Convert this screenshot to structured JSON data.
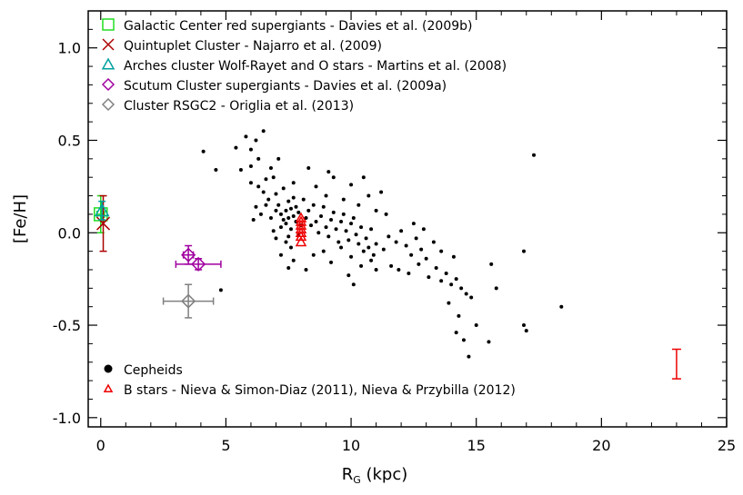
{
  "chart_data": {
    "type": "scatter",
    "xlabel": "R",
    "xlabel_sub": "G",
    "xlabel_unit": " (kpc)",
    "ylabel": "[Fe/H]",
    "xlim": [
      -0.5,
      25
    ],
    "ylim": [
      -1.05,
      1.2
    ],
    "x_ticks": [
      0,
      5,
      10,
      15,
      20,
      25
    ],
    "x_tick_labels": [
      "0",
      "5",
      "10",
      "15",
      "20",
      "25"
    ],
    "y_ticks": [
      -1.0,
      -0.5,
      0.0,
      0.5,
      1.0
    ],
    "y_tick_labels": [
      "-1.0",
      "-0.5",
      "0.0",
      "0.5",
      "1.0"
    ],
    "legend_top": [
      {
        "label": "Galactic Center red supergiants - Davies et al. (2009b)",
        "marker": "square",
        "color": "#22dd22"
      },
      {
        "label": "Quintuplet Cluster -  Najarro et al. (2009)",
        "marker": "x",
        "color": "#aa0000"
      },
      {
        "label": "Arches cluster Wolf-Rayet and O stars - Martins et al. (2008)",
        "marker": "triangle",
        "color": "#00a0a0"
      },
      {
        "label": "Scutum Cluster supergiants - Davies et al. (2009a)",
        "marker": "diamond",
        "color": "#a000a0"
      },
      {
        "label": "Cluster RSGC2 - Origlia et al. (2013)",
        "marker": "diamond",
        "color": "#808080"
      }
    ],
    "legend_bottom": [
      {
        "label": "Cepheids",
        "marker": "dot",
        "color": "#000000"
      },
      {
        "label": "B stars - Nieva & Simon-Diaz (2011), Nieva & Przybilla (2012)",
        "marker": "triangle",
        "color": "#ee0000"
      }
    ],
    "series": [
      {
        "name": "Galactic Center red supergiants - Davies et al. (2009b)",
        "marker": "square",
        "color": "#22dd22",
        "points": [
          {
            "x": 0.0,
            "y": 0.1,
            "yerr": 0.1,
            "xerr": 0.15
          }
        ]
      },
      {
        "name": "Quintuplet Cluster -  Najarro et al. (2009)",
        "marker": "x",
        "color": "#aa0000",
        "points": [
          {
            "x": 0.1,
            "y": 0.05,
            "yerr": 0.15
          }
        ]
      },
      {
        "name": "Arches cluster Wolf-Rayet and O stars - Martins et al. (2008)",
        "marker": "triangle",
        "color": "#00a0a0",
        "points": [
          {
            "x": 0.05,
            "y": 0.12,
            "yerr": 0.05
          }
        ]
      },
      {
        "name": "Scutum Cluster supergiants - Davies et al. (2009a)",
        "marker": "diamond",
        "color": "#a000a0",
        "points": [
          {
            "x": 3.5,
            "y": -0.12,
            "yerr": 0.05,
            "xerr": 0.2
          },
          {
            "x": 3.9,
            "y": -0.17,
            "yerr": 0.03,
            "xerr": 0.9
          }
        ]
      },
      {
        "name": "Cluster RSGC2 - Origlia et al. (2013)",
        "marker": "diamond",
        "color": "#808080",
        "points": [
          {
            "x": 3.5,
            "y": -0.37,
            "yerr": 0.09,
            "xerr": 1.0
          }
        ]
      },
      {
        "name": "Cepheids",
        "marker": "dot",
        "color": "#000000",
        "points": [
          {
            "x": 4.1,
            "y": 0.44
          },
          {
            "x": 4.6,
            "y": 0.34
          },
          {
            "x": 5.4,
            "y": 0.46
          },
          {
            "x": 5.6,
            "y": 0.34
          },
          {
            "x": 5.8,
            "y": 0.52
          },
          {
            "x": 6.0,
            "y": 0.45
          },
          {
            "x": 6.2,
            "y": 0.5
          },
          {
            "x": 6.5,
            "y": 0.55
          },
          {
            "x": 6.3,
            "y": 0.4
          },
          {
            "x": 6.8,
            "y": 0.35
          },
          {
            "x": 6.0,
            "y": 0.27
          },
          {
            "x": 6.3,
            "y": 0.25
          },
          {
            "x": 6.5,
            "y": 0.22
          },
          {
            "x": 6.7,
            "y": 0.18
          },
          {
            "x": 6.9,
            "y": 0.3
          },
          {
            "x": 7.0,
            "y": 0.21
          },
          {
            "x": 7.1,
            "y": 0.15
          },
          {
            "x": 7.2,
            "y": 0.1
          },
          {
            "x": 7.3,
            "y": 0.24
          },
          {
            "x": 7.4,
            "y": 0.12
          },
          {
            "x": 7.4,
            "y": 0.05
          },
          {
            "x": 7.5,
            "y": 0.17
          },
          {
            "x": 7.5,
            "y": 0.08
          },
          {
            "x": 7.6,
            "y": 0.13
          },
          {
            "x": 7.6,
            "y": 0.02
          },
          {
            "x": 7.7,
            "y": 0.09
          },
          {
            "x": 7.7,
            "y": 0.19
          },
          {
            "x": 7.8,
            "y": 0.06
          },
          {
            "x": 7.8,
            "y": 0.14
          },
          {
            "x": 7.9,
            "y": 0.11
          },
          {
            "x": 7.3,
            "y": 0.07
          },
          {
            "x": 7.2,
            "y": 0.03
          },
          {
            "x": 7.0,
            "y": 0.12
          },
          {
            "x": 6.8,
            "y": 0.08
          },
          {
            "x": 6.6,
            "y": 0.15
          },
          {
            "x": 6.4,
            "y": 0.1
          },
          {
            "x": 6.2,
            "y": 0.14
          },
          {
            "x": 6.1,
            "y": 0.07
          },
          {
            "x": 7.5,
            "y": -0.02
          },
          {
            "x": 7.6,
            "y": -0.08
          },
          {
            "x": 7.7,
            "y": -0.15
          },
          {
            "x": 7.5,
            "y": -0.19
          },
          {
            "x": 7.4,
            "y": -0.05
          },
          {
            "x": 7.2,
            "y": -0.12
          },
          {
            "x": 7.0,
            "y": -0.03
          },
          {
            "x": 6.9,
            "y": 0.01
          },
          {
            "x": 8.1,
            "y": 0.18
          },
          {
            "x": 8.2,
            "y": 0.08
          },
          {
            "x": 8.3,
            "y": 0.12
          },
          {
            "x": 8.4,
            "y": 0.04
          },
          {
            "x": 8.5,
            "y": 0.15
          },
          {
            "x": 8.6,
            "y": 0.06
          },
          {
            "x": 8.7,
            "y": 0.0
          },
          {
            "x": 8.8,
            "y": 0.09
          },
          {
            "x": 8.9,
            "y": 0.14
          },
          {
            "x": 9.0,
            "y": 0.03
          },
          {
            "x": 9.1,
            "y": -0.02
          },
          {
            "x": 9.2,
            "y": 0.07
          },
          {
            "x": 9.3,
            "y": 0.11
          },
          {
            "x": 9.4,
            "y": 0.02
          },
          {
            "x": 9.5,
            "y": -0.05
          },
          {
            "x": 9.6,
            "y": 0.06
          },
          {
            "x": 9.7,
            "y": 0.1
          },
          {
            "x": 9.8,
            "y": 0.01
          },
          {
            "x": 9.9,
            "y": -0.04
          },
          {
            "x": 10.0,
            "y": 0.05
          },
          {
            "x": 10.1,
            "y": 0.08
          },
          {
            "x": 10.2,
            "y": -0.01
          },
          {
            "x": 10.3,
            "y": -0.06
          },
          {
            "x": 10.4,
            "y": 0.03
          },
          {
            "x": 10.5,
            "y": -0.1
          },
          {
            "x": 10.6,
            "y": -0.03
          },
          {
            "x": 10.7,
            "y": -0.08
          },
          {
            "x": 10.8,
            "y": 0.02
          },
          {
            "x": 10.9,
            "y": -0.12
          },
          {
            "x": 11.0,
            "y": -0.06
          },
          {
            "x": 8.6,
            "y": 0.25
          },
          {
            "x": 9.0,
            "y": 0.2
          },
          {
            "x": 9.3,
            "y": 0.3
          },
          {
            "x": 9.7,
            "y": 0.18
          },
          {
            "x": 10.0,
            "y": 0.26
          },
          {
            "x": 10.3,
            "y": 0.15
          },
          {
            "x": 10.7,
            "y": 0.2
          },
          {
            "x": 11.2,
            "y": 0.22
          },
          {
            "x": 8.5,
            "y": -0.12
          },
          {
            "x": 8.9,
            "y": -0.1
          },
          {
            "x": 9.2,
            "y": -0.16
          },
          {
            "x": 9.6,
            "y": -0.08
          },
          {
            "x": 10.0,
            "y": -0.13
          },
          {
            "x": 10.4,
            "y": -0.18
          },
          {
            "x": 10.8,
            "y": -0.15
          },
          {
            "x": 11.3,
            "y": -0.09
          },
          {
            "x": 11.5,
            "y": -0.02
          },
          {
            "x": 11.8,
            "y": -0.05
          },
          {
            "x": 12.0,
            "y": 0.01
          },
          {
            "x": 12.2,
            "y": -0.07
          },
          {
            "x": 12.4,
            "y": -0.12
          },
          {
            "x": 12.6,
            "y": -0.03
          },
          {
            "x": 12.8,
            "y": -0.09
          },
          {
            "x": 13.0,
            "y": -0.14
          },
          {
            "x": 11.6,
            "y": -0.18
          },
          {
            "x": 11.9,
            "y": -0.2
          },
          {
            "x": 12.3,
            "y": -0.22
          },
          {
            "x": 12.7,
            "y": -0.17
          },
          {
            "x": 13.1,
            "y": -0.24
          },
          {
            "x": 13.4,
            "y": -0.19
          },
          {
            "x": 13.6,
            "y": -0.26
          },
          {
            "x": 13.8,
            "y": -0.22
          },
          {
            "x": 14.0,
            "y": -0.28
          },
          {
            "x": 14.2,
            "y": -0.25
          },
          {
            "x": 14.4,
            "y": -0.3
          },
          {
            "x": 14.6,
            "y": -0.33
          },
          {
            "x": 13.3,
            "y": -0.05
          },
          {
            "x": 13.6,
            "y": -0.1
          },
          {
            "x": 14.1,
            "y": -0.13
          },
          {
            "x": 12.5,
            "y": 0.05
          },
          {
            "x": 13.9,
            "y": -0.38
          },
          {
            "x": 14.3,
            "y": -0.45
          },
          {
            "x": 14.8,
            "y": -0.35
          },
          {
            "x": 14.5,
            "y": -0.58
          },
          {
            "x": 14.7,
            "y": -0.67
          },
          {
            "x": 15.0,
            "y": -0.5
          },
          {
            "x": 15.5,
            "y": -0.59
          },
          {
            "x": 14.2,
            "y": -0.54
          },
          {
            "x": 15.8,
            "y": -0.3
          },
          {
            "x": 16.9,
            "y": -0.5
          },
          {
            "x": 17.0,
            "y": -0.53
          },
          {
            "x": 16.9,
            "y": -0.1
          },
          {
            "x": 17.3,
            "y": 0.42
          },
          {
            "x": 18.4,
            "y": -0.4
          },
          {
            "x": 15.6,
            "y": -0.17
          },
          {
            "x": 4.8,
            "y": -0.31
          },
          {
            "x": 11.0,
            "y": -0.2
          },
          {
            "x": 9.9,
            "y": -0.23
          },
          {
            "x": 8.2,
            "y": -0.2
          },
          {
            "x": 7.1,
            "y": 0.4
          },
          {
            "x": 9.1,
            "y": 0.33
          },
          {
            "x": 8.3,
            "y": 0.35
          },
          {
            "x": 7.7,
            "y": 0.27
          },
          {
            "x": 10.5,
            "y": 0.3
          },
          {
            "x": 11.4,
            "y": 0.1
          },
          {
            "x": 11.0,
            "y": 0.12
          },
          {
            "x": 12.9,
            "y": 0.02
          },
          {
            "x": 10.1,
            "y": -0.28
          },
          {
            "x": 7.9,
            "y": -0.01
          },
          {
            "x": 8.0,
            "y": 0.04
          },
          {
            "x": 6.6,
            "y": 0.29
          },
          {
            "x": 6.0,
            "y": 0.36
          }
        ]
      },
      {
        "name": "B stars - Nieva & Simon-Diaz (2011), Nieva & Przybilla (2012)",
        "marker": "triangle",
        "color": "#ee0000",
        "points": [
          {
            "x": 8.0,
            "y": 0.08
          },
          {
            "x": 8.0,
            "y": 0.06
          },
          {
            "x": 8.0,
            "y": 0.04
          },
          {
            "x": 8.0,
            "y": 0.02
          },
          {
            "x": 8.0,
            "y": 0.0
          },
          {
            "x": 8.0,
            "y": -0.02
          },
          {
            "x": 8.0,
            "y": -0.05
          }
        ]
      }
    ],
    "error_bar_sample": {
      "x": 23.0,
      "y_low": -0.79,
      "y_high": -0.63,
      "color": "#ee0000"
    }
  }
}
